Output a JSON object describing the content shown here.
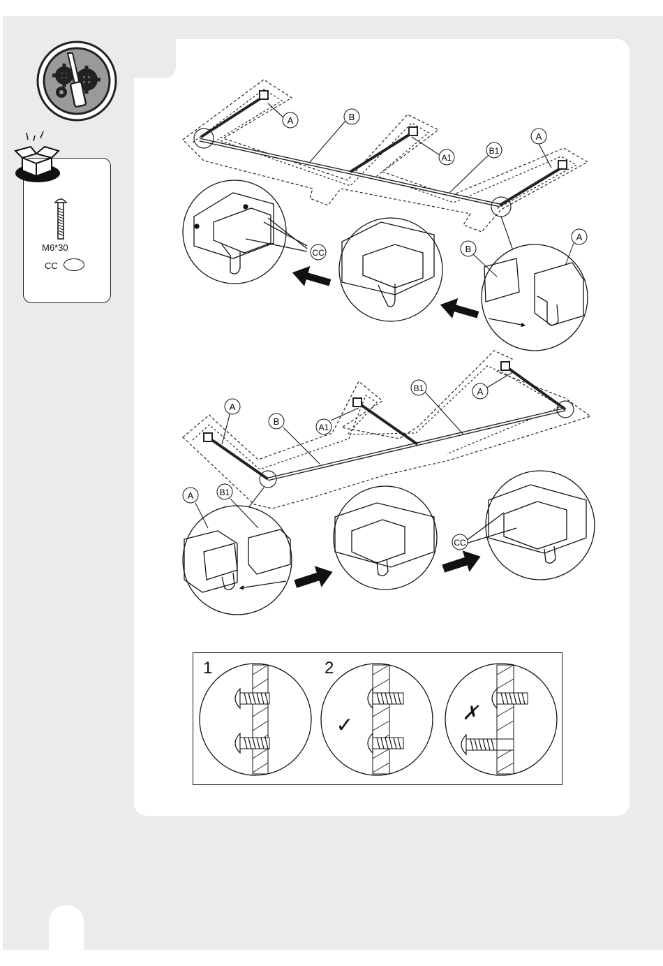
{
  "parts": {
    "bolt_size": "M6*30",
    "bolt_code": "CC"
  },
  "labels": {
    "a": "A",
    "b": "B",
    "a1": "A1",
    "b1": "B1",
    "cc": "CC"
  },
  "rules": {
    "step1": "1",
    "step2": "2",
    "correct_mark": "✓",
    "wrong_mark": "✗"
  },
  "icons": [
    "tools-gear-screwdriver-icon",
    "open-box-icon",
    "bolt-icon",
    "arrow-icon",
    "check-icon",
    "cross-icon"
  ],
  "colors": {
    "sheet": "#ebebeb",
    "panel": "#ffffff",
    "badge": "#9a9a9a",
    "ink": "#111111"
  }
}
